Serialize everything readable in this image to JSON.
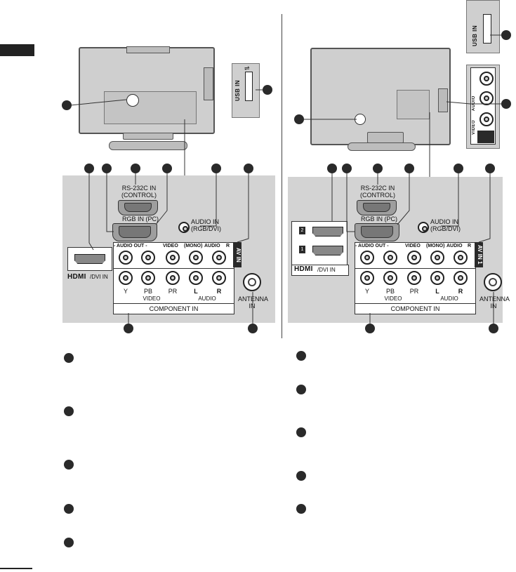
{
  "usb_label": "USB IN",
  "usb_symbol": "⇌",
  "left": {
    "rs232_label": "RS-232C IN",
    "rs232_sub": "(CONTROL)",
    "rgb_label": "RGB IN (PC)",
    "audio_in_label": "AUDIO IN",
    "audio_in_sub": "(RGB/DVI)",
    "hdmi_label": "/DVI IN",
    "top_strip": [
      "- AUDIO OUT -",
      "VIDEO",
      "(MONO)",
      "AUDIO",
      "R"
    ],
    "av_tag": "AV IN",
    "bottom_jacks": [
      "Y",
      "PB",
      "PR",
      "L",
      "R"
    ],
    "video_label": "VIDEO",
    "audio_label": "AUDIO",
    "component_label": "COMPONENT IN",
    "antenna_label": "ANTENNA",
    "antenna_sub": "IN"
  },
  "right": {
    "rs232_label": "RS-232C IN",
    "rs232_sub": "(CONTROL)",
    "rgb_label": "RGB IN (PC)",
    "audio_in_label": "AUDIO IN",
    "audio_in_sub": "(RGB/DVI)",
    "hdmi_label": "/DVI IN",
    "hdmi_ports": [
      "2",
      "1"
    ],
    "top_strip": [
      "- AUDIO OUT -",
      "VIDEO",
      "(MONO)",
      "AUDIO",
      "R"
    ],
    "av_tag": "AV IN 1",
    "bottom_jacks": [
      "Y",
      "PB",
      "PR",
      "L",
      "R"
    ],
    "video_label": "VIDEO",
    "audio_label": "AUDIO",
    "component_label": "COMPONENT IN",
    "antenna_label": "ANTENNA",
    "antenna_sub": "IN",
    "side_panel": [
      "USB IN",
      "AUDIO",
      "VIDEO"
    ]
  },
  "hdmi_logo": "HDMI",
  "colors": {
    "panel": "#d3d3d3",
    "marker": "#2a2a2a",
    "line": "#333333"
  }
}
